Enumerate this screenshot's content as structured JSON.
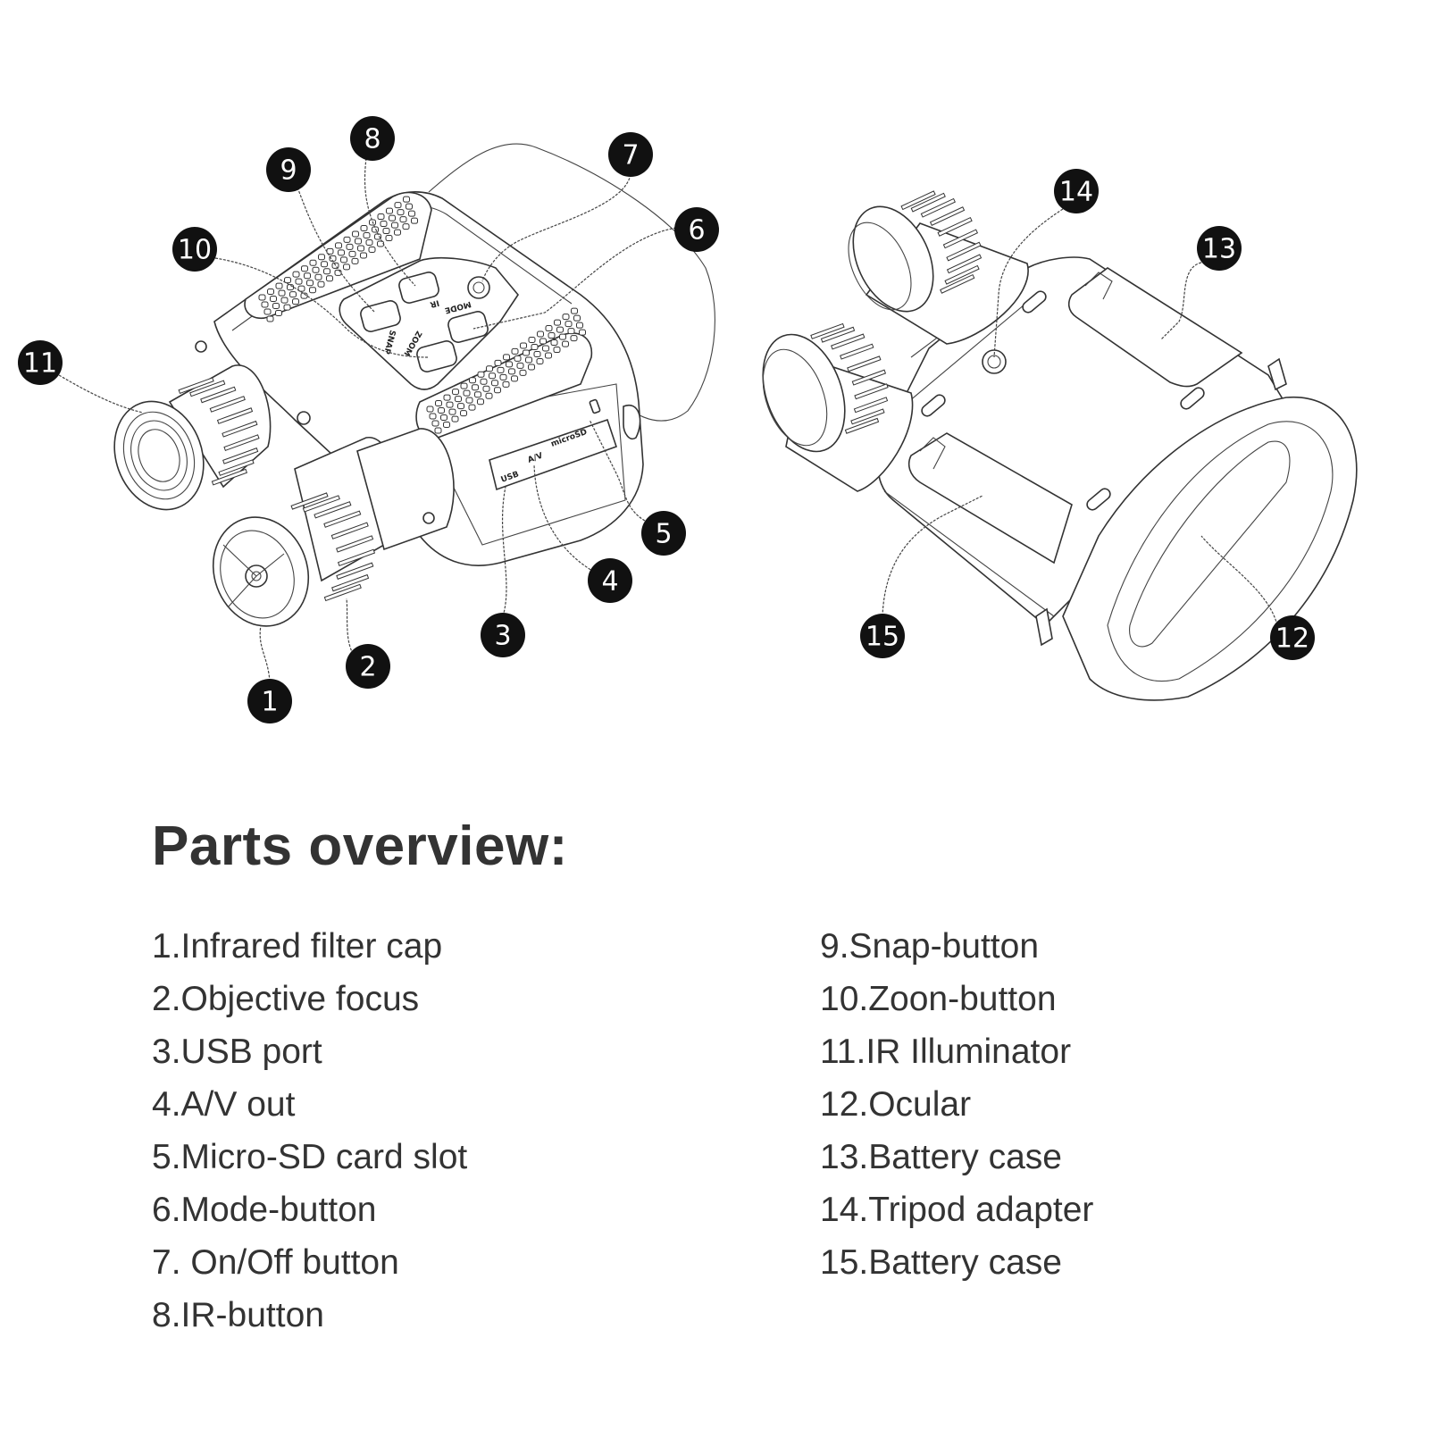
{
  "diagram": {
    "front_view": {
      "callouts": [
        "1",
        "2",
        "3",
        "4",
        "5",
        "6",
        "7",
        "8",
        "9",
        "10",
        "11"
      ],
      "button_labels": {
        "ir": "IR",
        "snap": "SNAP",
        "mode": "MODE",
        "zoom": "ZOOM"
      },
      "port_labels": {
        "usb": "USB",
        "av": "A/V",
        "microsd": "microSD"
      }
    },
    "rear_view": {
      "callouts": [
        "12",
        "13",
        "14",
        "15"
      ]
    }
  },
  "parts_overview": {
    "title": "Parts overview:",
    "left_column": [
      "1.Infrared filter cap",
      "2.Objective focus",
      "3.USB port",
      "4.A/V out",
      "5.Micro-SD card slot",
      "6.Mode-button",
      "7. On/Off button",
      "8.IR-button"
    ],
    "right_column": [
      "9.Snap-button",
      "10.Zoon-button",
      "11.IR Illuminator",
      "12.Ocular",
      "13.Battery case",
      "14.Tripod adapter",
      "15.Battery case"
    ]
  }
}
